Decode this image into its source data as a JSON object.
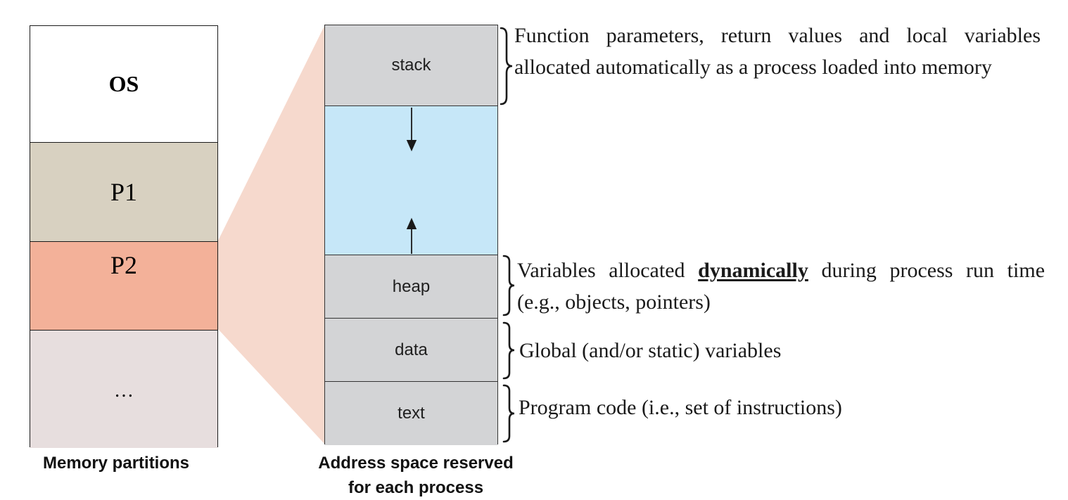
{
  "memory_partitions": {
    "caption": "Memory partitions",
    "items": [
      {
        "label": "OS",
        "color": "#ffffff"
      },
      {
        "label": "P1",
        "color": "#d8d1c1"
      },
      {
        "label": "P2",
        "color": "#f3b199"
      },
      {
        "label": "…",
        "color": "#e7dede"
      }
    ]
  },
  "address_space": {
    "caption_line1": "Address space reserved",
    "caption_line2": "for each process",
    "segments": [
      {
        "label": "stack",
        "color": "#d3d4d6"
      },
      {
        "label": "",
        "color": "#c6e7f8"
      },
      {
        "label": "heap",
        "color": "#d3d4d6"
      },
      {
        "label": "data",
        "color": "#d3d4d6"
      },
      {
        "label": "text",
        "color": "#d3d4d6"
      }
    ],
    "zoom_color": "#f6d9cd"
  },
  "descriptions": {
    "stack": "Function parameters, return values and local variables allocated automatically as a process loaded into memory",
    "heap": {
      "before": "Variables allocated ",
      "keyword": "dynamically",
      "after": " during process run time (e.g., objects, pointers)"
    },
    "data": "Global (and/or static) variables",
    "text": "Program code (i.e., set of instructions)"
  }
}
